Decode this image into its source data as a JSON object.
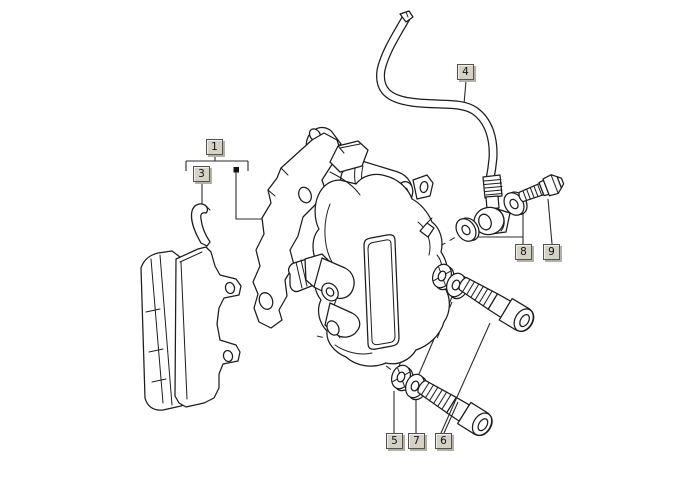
{
  "figure": {
    "type": "exploded-parts-diagram",
    "subject": "front-brake-caliper-assembly",
    "background_color": "#ffffff",
    "line_color": "#1c1c1c",
    "callout_style": {
      "fill": "#d5d1c7",
      "border": "#55524c",
      "shadow": "#b3b0a7",
      "text_color": "#111111"
    },
    "callouts": [
      {
        "id": "1",
        "part": "brake-pad-set"
      },
      {
        "id": "3",
        "part": "brake-pad-with-spring"
      },
      {
        "id": "4",
        "part": "brake-hose"
      },
      {
        "id": "8",
        "part": "sealing-washers"
      },
      {
        "id": "9",
        "part": "banjo-bolt"
      },
      {
        "id": "5",
        "part": "spring-washer"
      },
      {
        "id": "7",
        "part": "flat-washer"
      },
      {
        "id": "6",
        "part": "caliper-mount-bolt"
      }
    ]
  }
}
